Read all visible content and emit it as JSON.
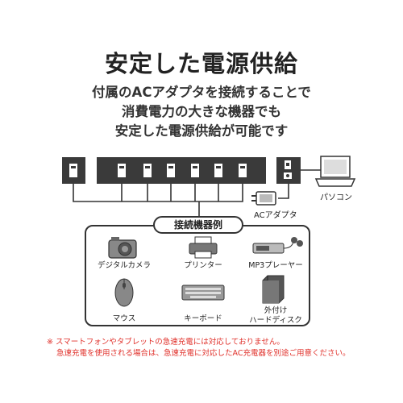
{
  "title": "安定した電源供給",
  "subtitle_lines": [
    "付属のACアダプタを接続することで",
    "消費電力の大きな機器でも",
    "安定した電源供給が可能です"
  ],
  "diagram": {
    "ac_adapter_label": "ACアダプタ",
    "pc_label": "パソコン"
  },
  "examples": {
    "title": "接続機器例",
    "devices": [
      {
        "icon": "camera-icon",
        "label": "デジタルカメラ"
      },
      {
        "icon": "printer-icon",
        "label": "プリンター"
      },
      {
        "icon": "mp3-player-icon",
        "label": "MP3プレーヤー"
      },
      {
        "icon": "mouse-icon",
        "label": "マウス"
      },
      {
        "icon": "keyboard-icon",
        "label": "キーボード"
      },
      {
        "icon": "hard-disk-icon",
        "label_lines": [
          "外付け",
          "ハードディスク"
        ]
      }
    ]
  },
  "notes": [
    "※ スマートフォンやタブレットの急速充電には対応しておりません。",
    "急速充電を使用される場合は、急速充電に対応したAC充電器を別途ご用意ください。"
  ],
  "colors": {
    "device_body": "#3a3a3a",
    "note": "#e0302a",
    "text": "#222222"
  }
}
